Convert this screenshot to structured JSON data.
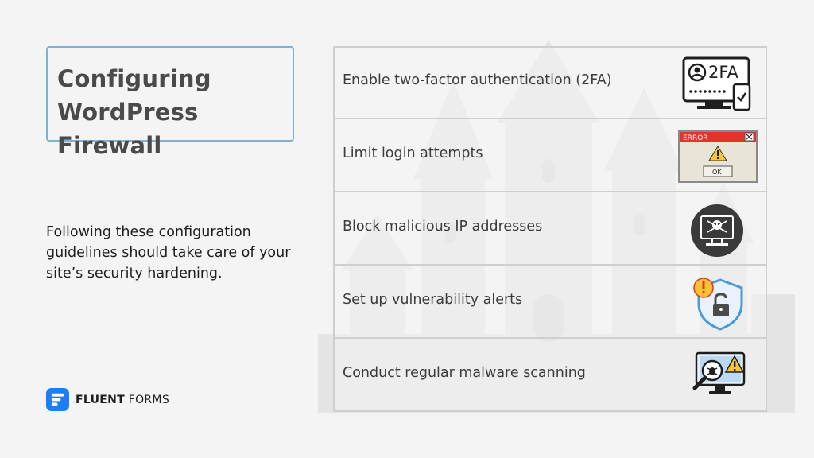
{
  "title": {
    "line1": "Configuring",
    "line2": "WordPress Firewall"
  },
  "description": "Following these configuration guidelines should take care of your site’s security hardening.",
  "brand": {
    "strong": "FLUENT",
    "light": " FORMS",
    "color": "#1a7ef5"
  },
  "steps": [
    {
      "label": "Enable two-factor authentication (2FA)",
      "icon": "2fa-icon",
      "badge": "2FA"
    },
    {
      "label": "Limit login attempts",
      "icon": "error-dialog-icon",
      "dialog_title": "ERROR",
      "dialog_button": "OK"
    },
    {
      "label": "Block malicious IP addresses",
      "icon": "skull-monitor-icon"
    },
    {
      "label": "Set up vulnerability alerts",
      "icon": "shield-lock-icon"
    },
    {
      "label": "Conduct regular malware scanning",
      "icon": "malware-scan-icon"
    }
  ],
  "colors": {
    "accent_border": "#7fb2d6",
    "panel_border": "#cfcfcf",
    "error_red": "#e5322b",
    "warning_yellow": "#f7c531"
  }
}
